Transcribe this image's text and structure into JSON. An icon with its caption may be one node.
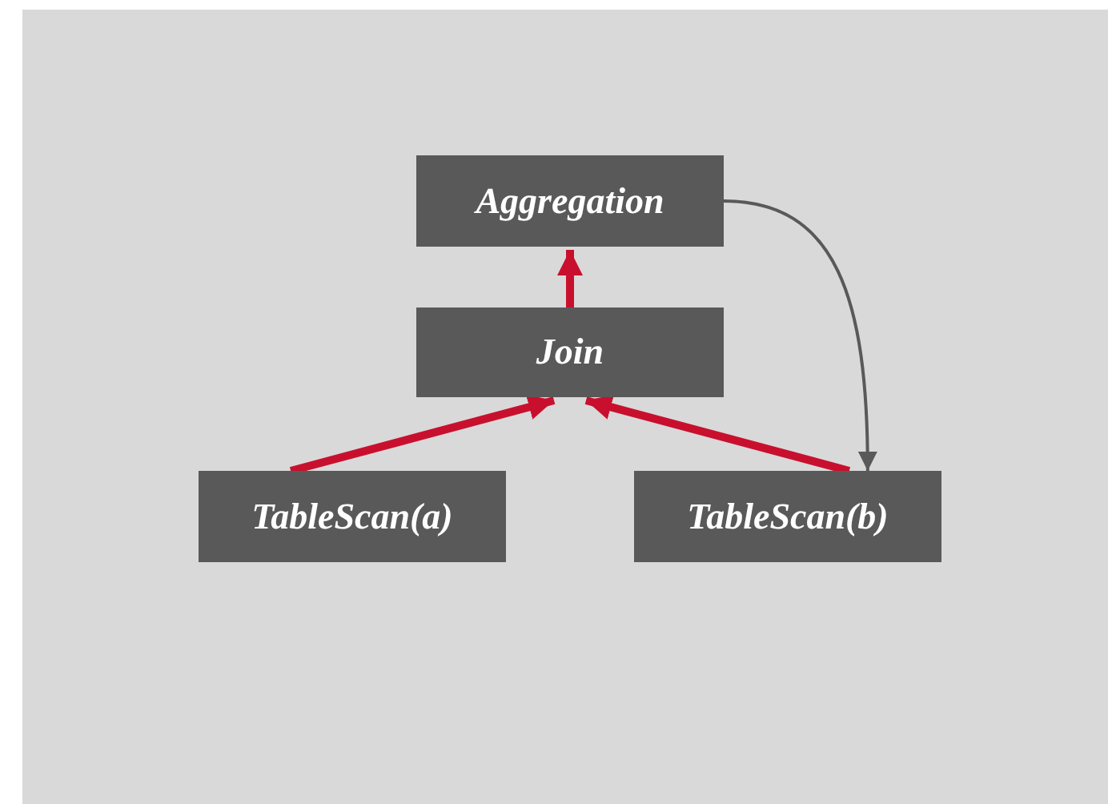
{
  "diagram": {
    "nodes": [
      {
        "text": [
          "Aggregation"
        ]
      },
      {
        "text": [
          "Join"
        ]
      },
      {
        "text": [
          "TableScan(a)"
        ]
      },
      {
        "text": [
          "TableScan(b)"
        ]
      }
    ],
    "edges": [
      {
        "from": 1,
        "to": 0,
        "arrow": "to"
      },
      {
        "from": 2,
        "to": 1,
        "arrow": "to"
      },
      {
        "from": 3,
        "to": 1,
        "arrow": "to"
      },
      {
        "from": 0,
        "to": 3,
        "arrow": "to",
        "color": "#595959"
      }
    ]
  }
}
